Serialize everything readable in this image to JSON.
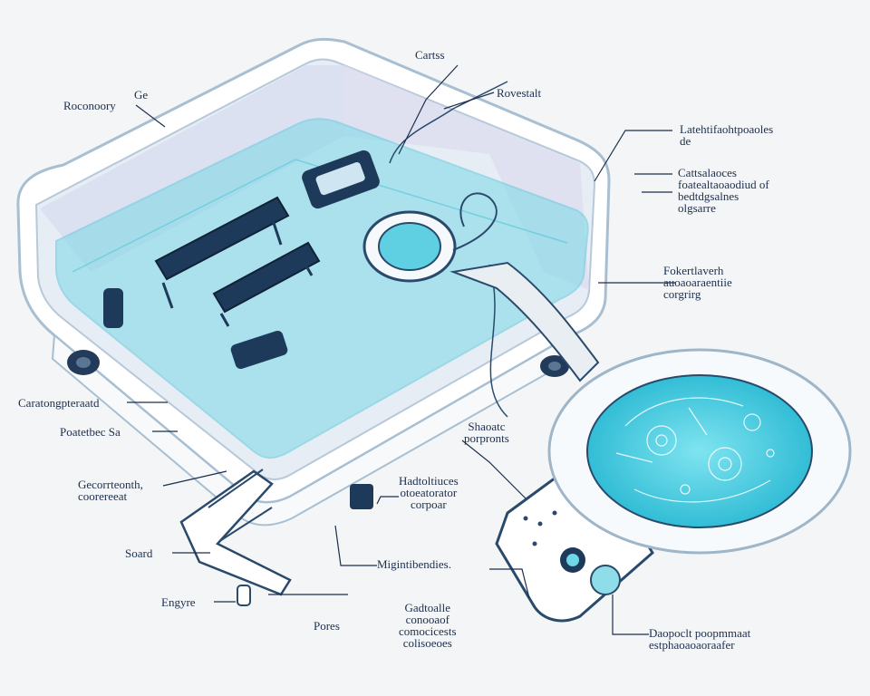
{
  "labels": {
    "carts": [
      "Cartss"
    ],
    "ge": [
      "Ge"
    ],
    "roconoory": [
      "Roconoory"
    ],
    "rovestalt": [
      "Rovestalt"
    ],
    "lauth": [
      "Latehtifaohtpoaoles",
      "de"
    ],
    "cattsala": [
      "Cattsalaoces",
      "foatealtaoaodiud of",
      "bedtdgsalnes",
      "olgsarre"
    ],
    "fokertlaverh": [
      "Fokertlaverh",
      "auoaoaraentiie",
      "corgrirg"
    ],
    "caratong": [
      "Caratongpteraatd"
    ],
    "poatetbec": [
      "Poatetbec Sa"
    ],
    "shacoatc": [
      "Shaoatc",
      "porpronts"
    ],
    "gecorrteonth": [
      "Gecorrteonth,",
      "coorereeat"
    ],
    "hadtotrees": [
      "Hadtoltiuces",
      "otoeatorator",
      "corpoar"
    ],
    "soard": [
      "Soard"
    ],
    "migintibendies": [
      "Migintibendies."
    ],
    "engyre": [
      "Engyre"
    ],
    "gadtooalle": [
      "Gadtoalle",
      "conooaof",
      "comocicests",
      "colisoeoes"
    ],
    "pores": [
      "Pores"
    ],
    "daopoclt": [
      "Daopoclt poopmmaat",
      "estphaoaoaoraafer"
    ]
  },
  "colors": {
    "ink": "#1d2f4e",
    "outline": "#9fb5c8",
    "liquid": "#78d6e4",
    "liquid_dark": "#4cc4d8",
    "panel": "#dfe7f1",
    "parts": "#1e3a5a"
  }
}
